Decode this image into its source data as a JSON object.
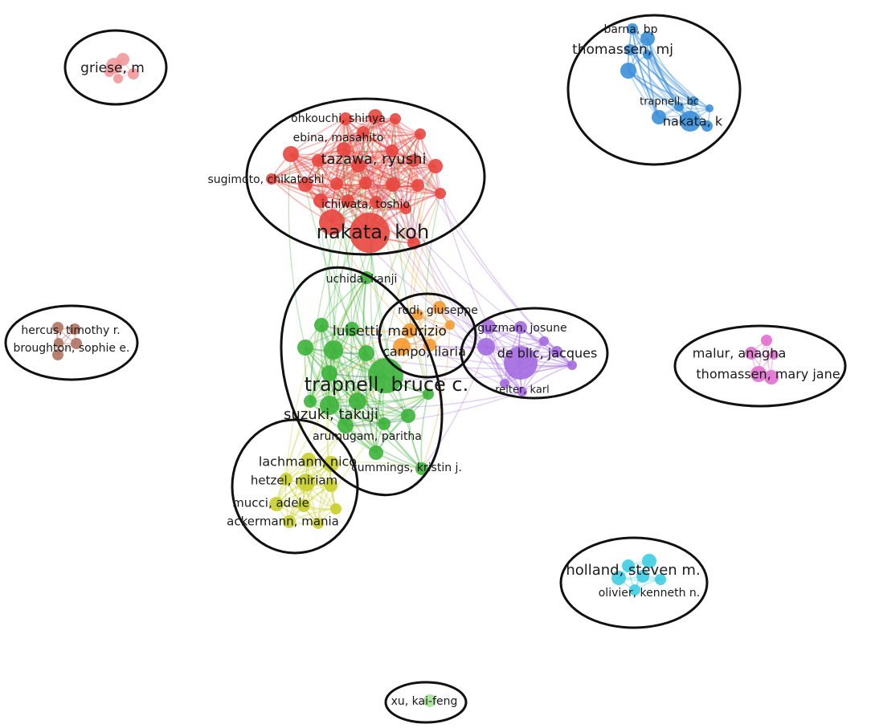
{
  "colors": {
    "red": "#e8463f",
    "green": "#3cb33a",
    "blue": "#3a8fd9",
    "yellow": "#c8cf2a",
    "purple": "#a36ae0",
    "orange": "#f59a30",
    "pink": "#e26fcf",
    "cyan": "#3fcde4",
    "brown": "#b07464",
    "lightpink": "#f2999a",
    "lightgreen": "#a6e19a",
    "outline": "#111111"
  },
  "clusters": [
    {
      "id": "griese",
      "color": "lightpink",
      "labels": [
        {
          "text": "griese, m",
          "size": 17
        }
      ]
    },
    {
      "id": "japan",
      "color": "red",
      "labels": [
        {
          "text": "ohkouchi, shinya",
          "size": 14
        },
        {
          "text": "ebina, masahito",
          "size": 14
        },
        {
          "text": "tazawa, ryushi",
          "size": 18
        },
        {
          "text": "sugimoto, chikatoshi",
          "size": 14
        },
        {
          "text": "ichiwata, toshio",
          "size": 14
        },
        {
          "text": "nakata, koh",
          "size": 24
        }
      ]
    },
    {
      "id": "cincinnati",
      "color": "green",
      "labels": [
        {
          "text": "uchida, kanji",
          "size": 14
        },
        {
          "text": "trapnell, bruce c.",
          "size": 24
        },
        {
          "text": "suzuki, takuji",
          "size": 18
        },
        {
          "text": "arumugam, paritha",
          "size": 14
        },
        {
          "text": "cummings, kristin j.",
          "size": 14
        }
      ]
    },
    {
      "id": "italy",
      "color": "orange",
      "labels": [
        {
          "text": "rodi, giuseppe",
          "size": 14
        },
        {
          "text": "luisetti, maurizio",
          "size": 17
        },
        {
          "text": "campo, ilaria",
          "size": 16
        }
      ]
    },
    {
      "id": "france",
      "color": "purple",
      "labels": [
        {
          "text": "guzman, josune",
          "size": 14
        },
        {
          "text": "de blic, jacques",
          "size": 16
        },
        {
          "text": "reiter, karl",
          "size": 13
        }
      ]
    },
    {
      "id": "hannover",
      "color": "yellow",
      "labels": [
        {
          "text": "lachmann, nico",
          "size": 16
        },
        {
          "text": "hetzel, miriam",
          "size": 15
        },
        {
          "text": "mucci, adele",
          "size": 15
        },
        {
          "text": "ackermann, mania",
          "size": 15
        }
      ]
    },
    {
      "id": "cleveland",
      "color": "blue",
      "labels": [
        {
          "text": "barna, bp",
          "size": 14
        },
        {
          "text": "thomassen, mj",
          "size": 17
        },
        {
          "text": "trapnell, bc",
          "size": 13
        },
        {
          "text": "nakata, k",
          "size": 16
        }
      ]
    },
    {
      "id": "australia",
      "color": "brown",
      "labels": [
        {
          "text": "hercus, timothy r.",
          "size": 14
        },
        {
          "text": "broughton, sophie e.",
          "size": 14
        }
      ]
    },
    {
      "id": "ohio",
      "color": "pink",
      "labels": [
        {
          "text": "malur, anagha",
          "size": 16
        },
        {
          "text": "thomassen, mary jane",
          "size": 16
        }
      ]
    },
    {
      "id": "nih",
      "color": "cyan",
      "labels": [
        {
          "text": "holland, steven m.",
          "size": 18
        },
        {
          "text": "olivier, kenneth n.",
          "size": 14
        }
      ]
    },
    {
      "id": "china",
      "color": "lightgreen",
      "labels": [
        {
          "text": "xu, kai-feng",
          "size": 14
        }
      ]
    }
  ]
}
